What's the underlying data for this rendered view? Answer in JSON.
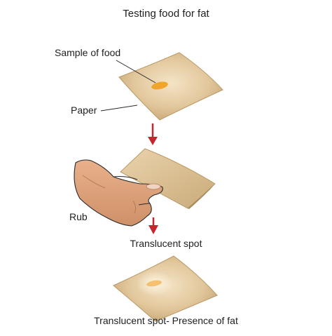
{
  "diagram": {
    "title": "Testing  food for fat",
    "labels": {
      "sample": "Sample of food",
      "paper": "Paper",
      "rub": "Rub",
      "translucent": "Translucent spot",
      "result": "Translucent spot- Presence of fat"
    },
    "colors": {
      "paper_light": "#f1dcba",
      "paper_mid": "#dbbd8e",
      "paper_dark": "#b99a67",
      "food": "#f0a42c",
      "arrow": "#c4262e",
      "skin": "#dfa47c",
      "skin_shadow": "#b87d5b",
      "outline": "#2a2a2a"
    }
  }
}
